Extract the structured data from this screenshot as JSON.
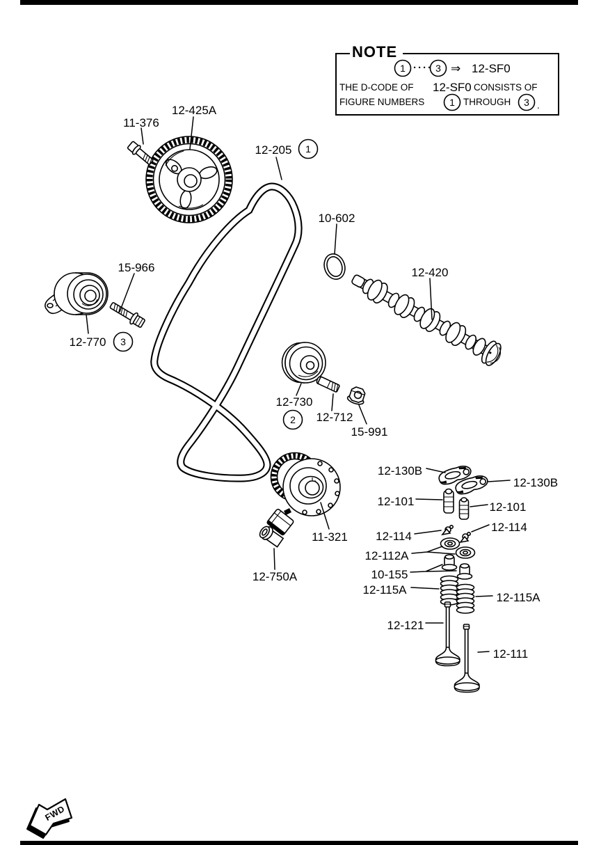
{
  "note": {
    "title": "NOTE",
    "fig_start": "1",
    "fig_end": "3",
    "dots": "····",
    "arrow": "⇒",
    "code": "12-SF0",
    "line2_pre": "THE D-CODE OF",
    "line2_code": "12-SF0",
    "line2_post": "CONSISTS OF",
    "line3_pre": "FIGURE NUMBERS",
    "line3_mid": "THROUGH",
    "line3_end": "."
  },
  "badges": {
    "belt": "1",
    "idler": "2",
    "tensioner": "3"
  },
  "labels": {
    "cam_bolt": "11-376",
    "cam_gear": "12-425A",
    "timing_belt": "12-205",
    "cam_seal": "10-602",
    "camshaft": "12-420",
    "tensioner_bolt": "15-966",
    "belt_tensioner": "12-770",
    "idler_pulley": "12-730",
    "idler_stud": "12-712",
    "idler_nut": "15-991",
    "crank_sprocket": "11-321",
    "auto_tensioner": "12-750A",
    "rocker_arm_left": "12-130B",
    "rocker_arm_right": "12-130B",
    "lash_adjuster_left": "12-101",
    "lash_adjuster_right": "12-101",
    "valve_keeper_left": "12-114",
    "valve_keeper_right": "12-114",
    "spring_retainer": "12-112A",
    "valve_seal": "10-155",
    "valve_spring_left": "12-115A",
    "valve_spring_right": "12-115A",
    "intake_valve": "12-121",
    "exhaust_valve": "12-111"
  },
  "fwd": {
    "label": "FWD"
  },
  "colors": {
    "ink": "#000000",
    "paper": "#ffffff"
  }
}
